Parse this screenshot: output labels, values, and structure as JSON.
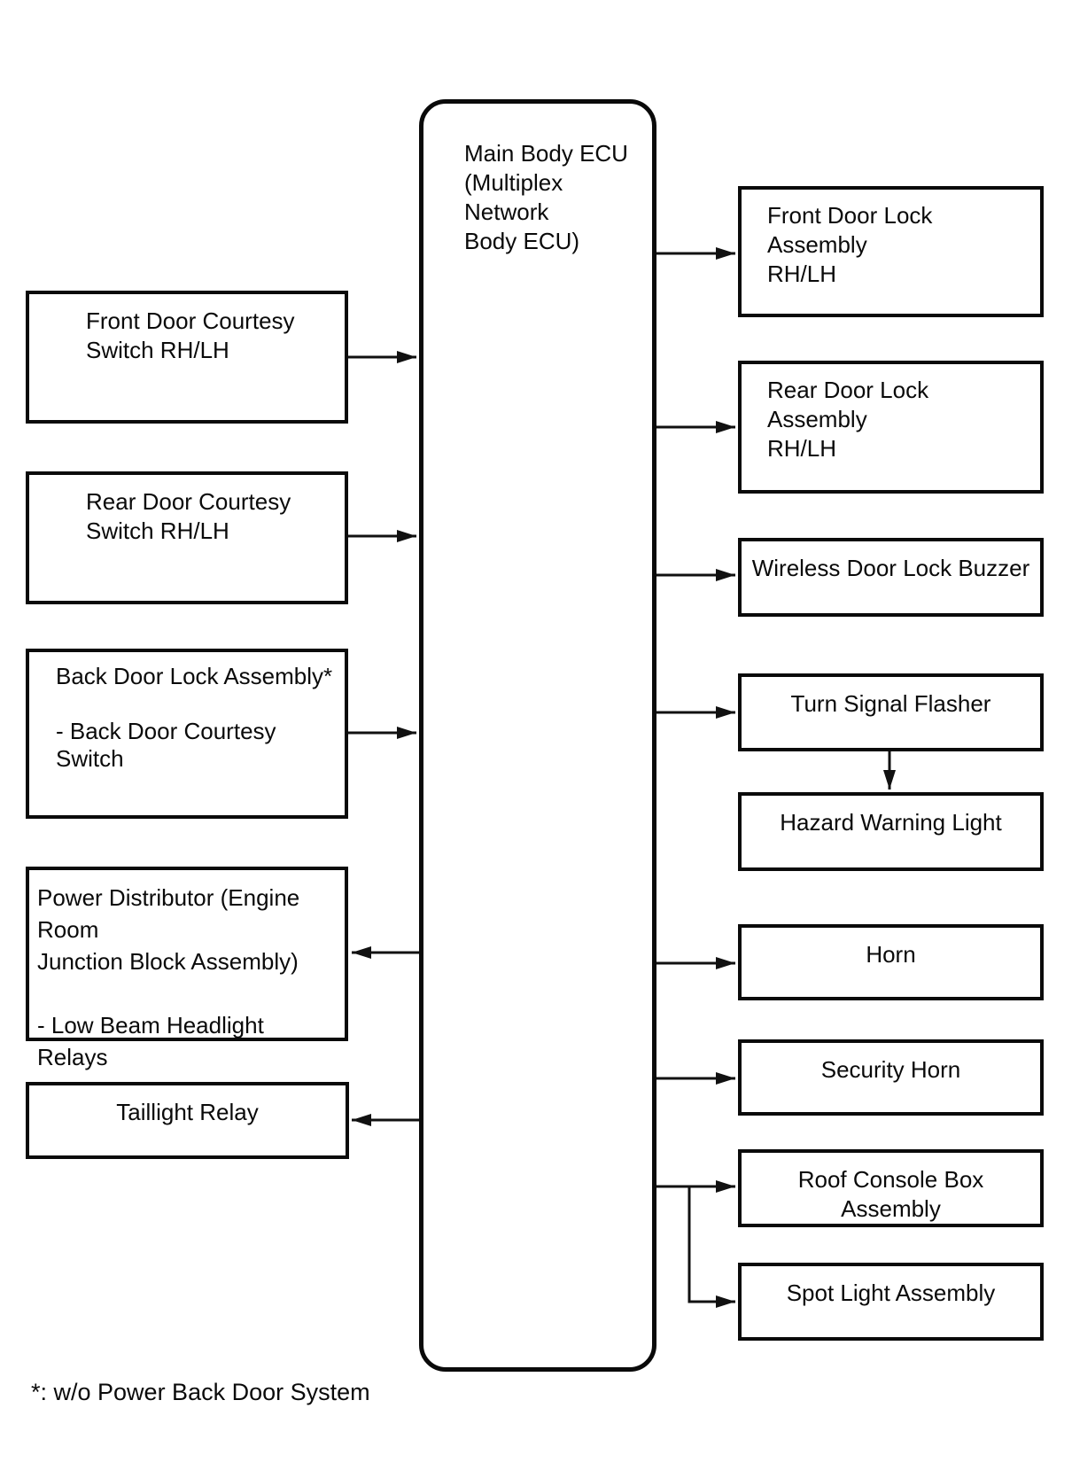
{
  "diagram_title": "Main Body ECU block diagram",
  "nodes": {
    "ecu": {
      "label": "Main Body ECU\n(Multiplex Network\nBody ECU)"
    },
    "front_door_courtesy": {
      "label": "Front Door Courtesy\nSwitch RH/LH"
    },
    "rear_door_courtesy": {
      "label": "Rear Door Courtesy\nSwitch RH/LH"
    },
    "back_door_lock": {
      "label": "Back Door Lock Assembly*\n\n- Back Door Courtesy\nSwitch"
    },
    "power_distributor": {
      "label": "Power Distributor (Engine Room\nJunction Block Assembly)\n\n- Low Beam Headlight Relays"
    },
    "taillight_relay": {
      "label": "Taillight Relay"
    },
    "front_door_lock": {
      "label": "Front Door Lock Assembly\nRH/LH"
    },
    "rear_door_lock": {
      "label": "Rear Door Lock Assembly\nRH/LH"
    },
    "wireless_buzzer": {
      "label": "Wireless Door Lock Buzzer"
    },
    "turn_signal_flasher": {
      "label": "Turn Signal Flasher"
    },
    "hazard_warning_light": {
      "label": "Hazard Warning Light"
    },
    "horn": {
      "label": "Horn"
    },
    "security_horn": {
      "label": "Security Horn"
    },
    "roof_console_box": {
      "label": "Roof Console Box Assembly"
    },
    "spot_light": {
      "label": "Spot Light Assembly"
    }
  },
  "footnote": "*: w/o Power Back Door System",
  "colors": {
    "line": "#111111",
    "text": "#0a0a0a",
    "background": "#ffffff"
  }
}
